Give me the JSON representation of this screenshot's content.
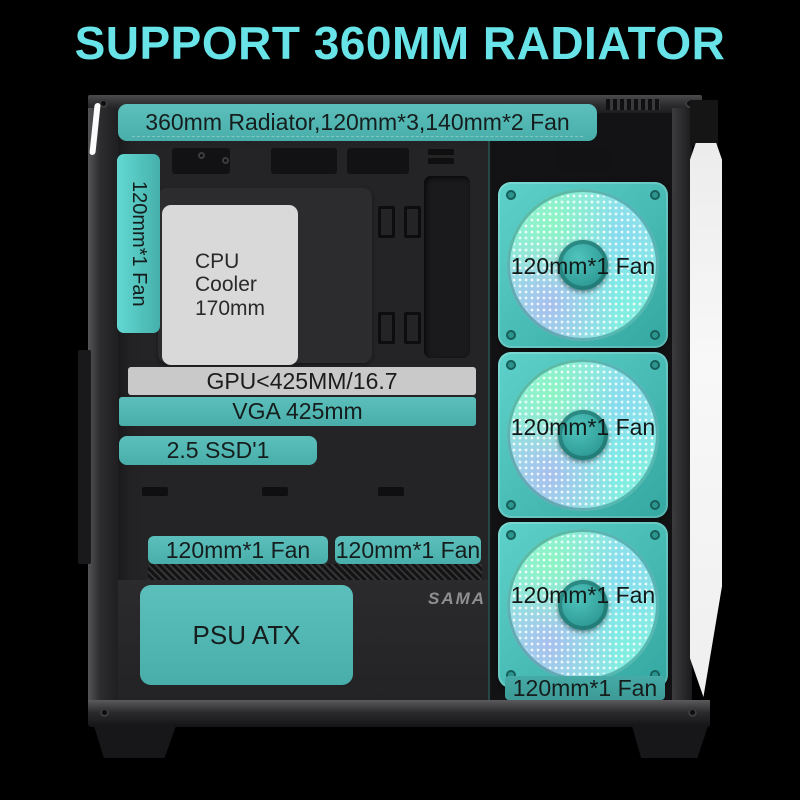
{
  "title": "SUPPORT 360MM RADIATOR",
  "brand": "SAMA",
  "annotations": {
    "top_banner": "360mm Radiator,120mm*3,140mm*2 Fan",
    "left_vertical_fan": "120mm*1 Fan",
    "cpu_cooler": "CPU\nCooler\n170mm",
    "gpu_clearance": "GPU<425MM/16.7",
    "vga_clearance": "VGA 425mm",
    "ssd": "2.5 SSD'1",
    "bottom_fans": [
      "120mm*1 Fan",
      "120mm*1 Fan"
    ],
    "psu": "PSU ATX",
    "side_fans": [
      "120mm*1 Fan",
      "120mm*1 Fan",
      "120mm*1 Fan"
    ],
    "bottom_right_fan": "120mm*1 Fan"
  },
  "colors": {
    "background": "#000000",
    "title_text": "#68e4e9",
    "label_teal": "#4eb4b0",
    "label_text": "#151d1d",
    "gpu_bar_gray": "#c9c9c9",
    "cpu_box_gray": "#d9d9d9",
    "fan_teal": "#44c3bc",
    "glass_white": "#f4f4f4",
    "brand_gray": "#8f8f8f"
  }
}
